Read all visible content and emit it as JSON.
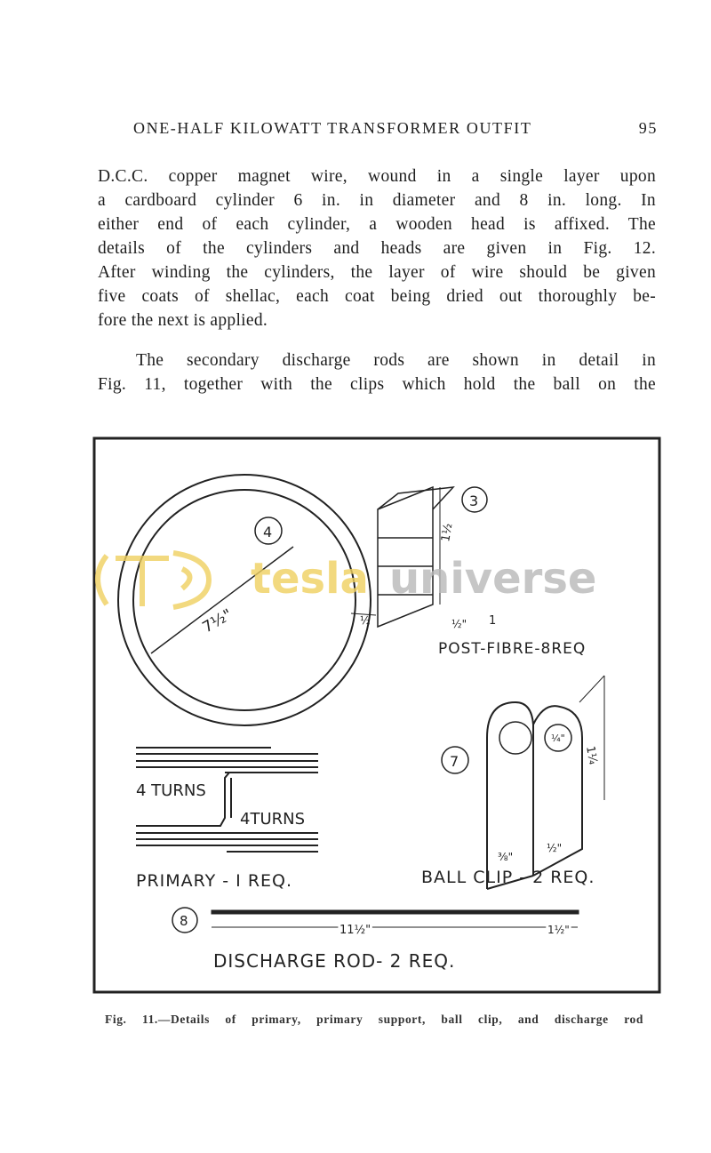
{
  "header": {
    "running_title": "ONE-HALF KILOWATT TRANSFORMER OUTFIT",
    "page_number": "95"
  },
  "body": {
    "lines": [
      "D.C.C. copper magnet wire, wound in a single layer upon",
      "a cardboard cylinder 6 in. in diameter and 8 in. long.  In",
      "either end of each cylinder, a wooden head is affixed.  The",
      "details of the cylinders and heads are given in Fig. 12.",
      "After winding the cylinders, the layer of wire should be given",
      "five coats of shellac, each coat being dried out thoroughly be-",
      "fore the next is applied.",
      "The secondary discharge rods are shown in detail in",
      "Fig. 11, together with the clips which hold the ball on the"
    ]
  },
  "figure": {
    "labels": {
      "part_4": "4",
      "part_3": "3",
      "part_7": "7",
      "part_8": "8",
      "ring_diameter": "7½\"",
      "ring_width": "½",
      "post_height": "1½",
      "post_width": "½\"",
      "post_depth": "1",
      "post_title": "POST-FIBRE-8REQ",
      "turns_upper": "4 TURNS",
      "turns_lower": "4TURNS",
      "primary_title": "PRIMARY  - I REQ.",
      "clip_hole": "¼\"",
      "clip_height": "1¼",
      "clip_depth": "½\"",
      "clip_width": "⅜\"",
      "clip_title": "BALL CLIP - 2 REQ.",
      "rod_length": "11½\"",
      "rod_tip": "1½\"",
      "rod_title": "DISCHARGE  ROD- 2  REQ."
    },
    "watermark": {
      "word1": "tesla",
      "word2": "universe",
      "color1": "#f0d060",
      "color2": "#b8b8b8"
    },
    "caption": "Fig. 11.—Details of primary, primary support, ball clip, and discharge rod"
  }
}
